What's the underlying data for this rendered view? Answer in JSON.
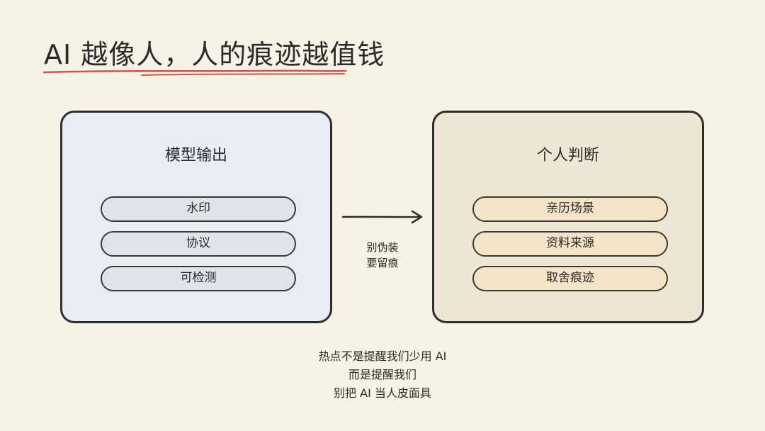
{
  "title": "AI 越像人，人的痕迹越值钱",
  "colors": {
    "background": "#f7f2e6",
    "underline": "#c9574f",
    "left_panel": "#e8edf4",
    "right_panel": "#efe5d5",
    "right_pill": "#f4e3c6"
  },
  "left_panel": {
    "title": "模型输出",
    "items": [
      "水印",
      "协议",
      "可检测"
    ]
  },
  "right_panel": {
    "title": "个人判断",
    "items": [
      "亲历场景",
      "资料来源",
      "取舍痕迹"
    ]
  },
  "arrow": {
    "label_line1": "别伪装",
    "label_line2": "要留痕"
  },
  "caption": {
    "line1": "热点不是提醒我们少用 AI",
    "line2": "而是提醒我们",
    "line3": "别把 AI 当人皮面具"
  }
}
